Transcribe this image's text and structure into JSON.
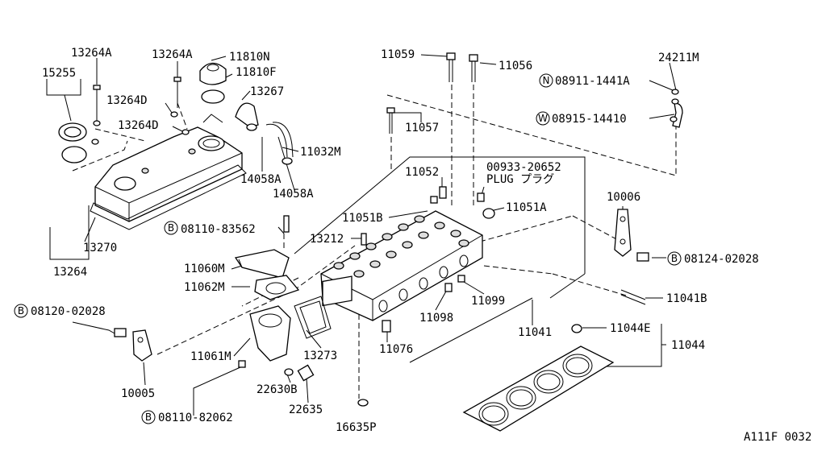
{
  "labels": {
    "p13264A_1": "13264A",
    "p13264A_2": "13264A",
    "p11810N": "11810N",
    "p11810F": "11810F",
    "p15255": "15255",
    "p13264D_1": "13264D",
    "p13267": "13267",
    "p13264D_2": "13264D",
    "p11032M": "11032M",
    "p14058A_1": "14058A",
    "p14058A_2": "14058A",
    "p13270": "13270",
    "p13264": "13264",
    "p11059": "11059",
    "p11056": "11056",
    "p11057": "11057",
    "p24211M": "24211M",
    "p08911": "08911-1441A",
    "p08915": "08915-14410",
    "p00933": "00933-20652",
    "plug": "PLUG プラグ",
    "p11052": "11052",
    "p11051B": "11051B",
    "p11051A": "11051A",
    "p10006": "10006",
    "p08110_83562": "08110-83562",
    "p13212": "13212",
    "p08124": "08124-02028",
    "p11060M": "11060M",
    "p11062M": "11062M",
    "p11041B": "11041B",
    "p08120": "08120-02028",
    "p11098": "11098",
    "p11099": "11099",
    "p11041": "11041",
    "p11044E": "11044E",
    "p11044": "11044",
    "p11061M": "11061M",
    "p13273": "13273",
    "p11076": "11076",
    "p10005": "10005",
    "p22630B": "22630B",
    "p22635": "22635",
    "p08110_82062": "08110-82062",
    "p16635P": "16635P",
    "code": "A111F 0032"
  },
  "markers": {
    "bolt": "B",
    "nut": "N",
    "washer": "W"
  }
}
